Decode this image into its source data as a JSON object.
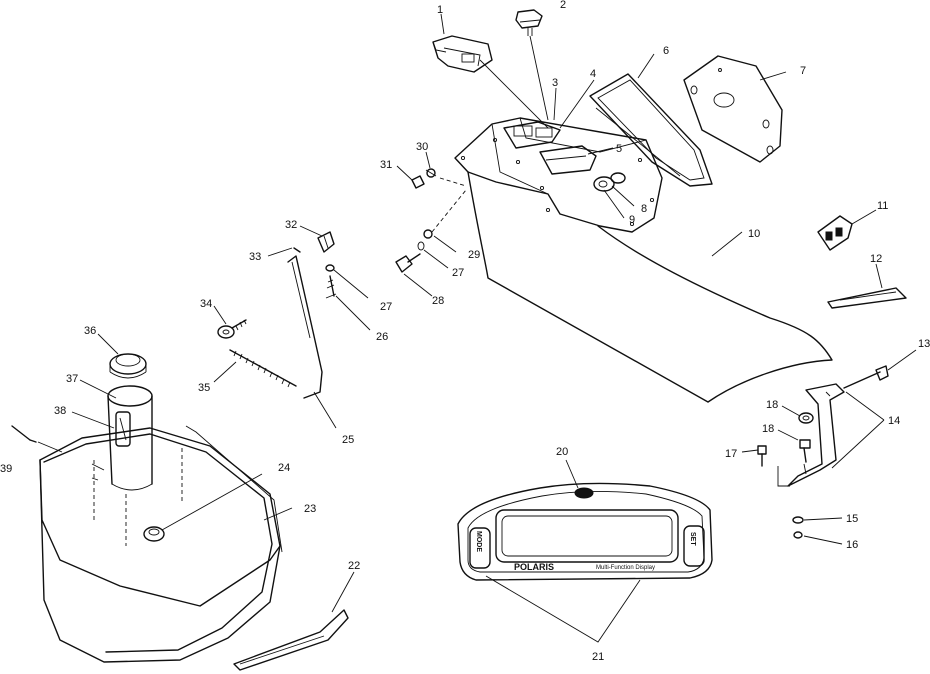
{
  "callouts": {
    "c1": "1",
    "c2": "2",
    "c3": "3",
    "c4": "4",
    "c5": "5",
    "c6": "6",
    "c7": "7",
    "c8": "8",
    "c9": "9",
    "c10": "10",
    "c11": "11",
    "c12": "12",
    "c13": "13",
    "c14": "14",
    "c15": "15",
    "c16": "16",
    "c17": "17",
    "c18a": "18",
    "c18b": "18",
    "c20": "20",
    "c21": "21",
    "c22": "22",
    "c23": "23",
    "c24": "24",
    "c25": "25",
    "c26": "26",
    "c27a": "27",
    "c27b": "27",
    "c28": "28",
    "c29": "29",
    "c30": "30",
    "c31": "31",
    "c32": "32",
    "c33": "33",
    "c34": "34",
    "c35": "35",
    "c36": "36",
    "c37": "37",
    "c38": "38",
    "c39": "39"
  },
  "panel": {
    "left_button": "MODE",
    "right_button": "SET",
    "brand": "POLARIS",
    "subtitle": "Multi-Function Display"
  }
}
